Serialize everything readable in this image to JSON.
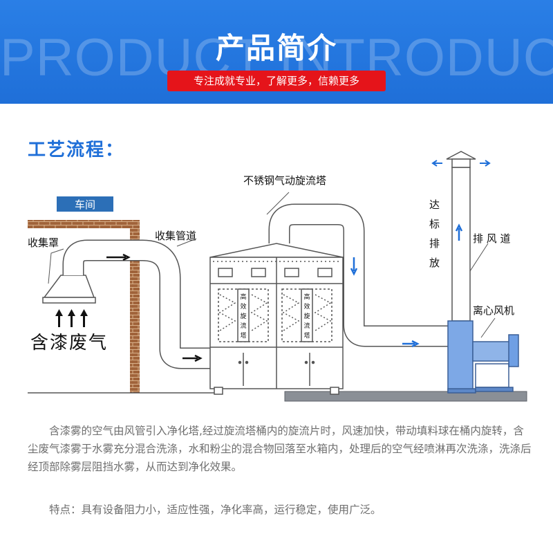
{
  "header": {
    "bg_word": "PRODUCT INTRODUCTION",
    "title": "产品简介",
    "slogan": "专注成就专业，了解更多，信赖更多"
  },
  "section": {
    "title": "工艺流程："
  },
  "diagram": {
    "workshop_label": "车间",
    "hood_label": "收集罩",
    "pipe_label": "收集管道",
    "tower_label": "不锈钢气动旋流塔",
    "emission_label": "达标排放",
    "duct_label": "排 风 道",
    "fan_label": "离心风机",
    "exhaust_label": "含漆废气",
    "panel_text": "高效旋流塔",
    "colors": {
      "accent": "#1f6fd8",
      "red": "#e5141a",
      "brick": "#a0633a",
      "duct": "#8fb4e8",
      "fan": "#6f9fe4"
    }
  },
  "description": "含漆雾的空气由风管引入净化塔,经过旋流塔桶内的旋流片时，风速加快，带动填料球在桶内旋转，含尘废气漆雾于水雾充分混合洗涤，水和粉尘的混合物回落至水箱内，处理后的空气经喷淋再次洗涤，洗涤后经顶部除雾层阻挡水雾，从而达到净化效果。",
  "features": "特点：具有设备阻力小，适应性强，净化率高，运行稳定，使用广泛。"
}
